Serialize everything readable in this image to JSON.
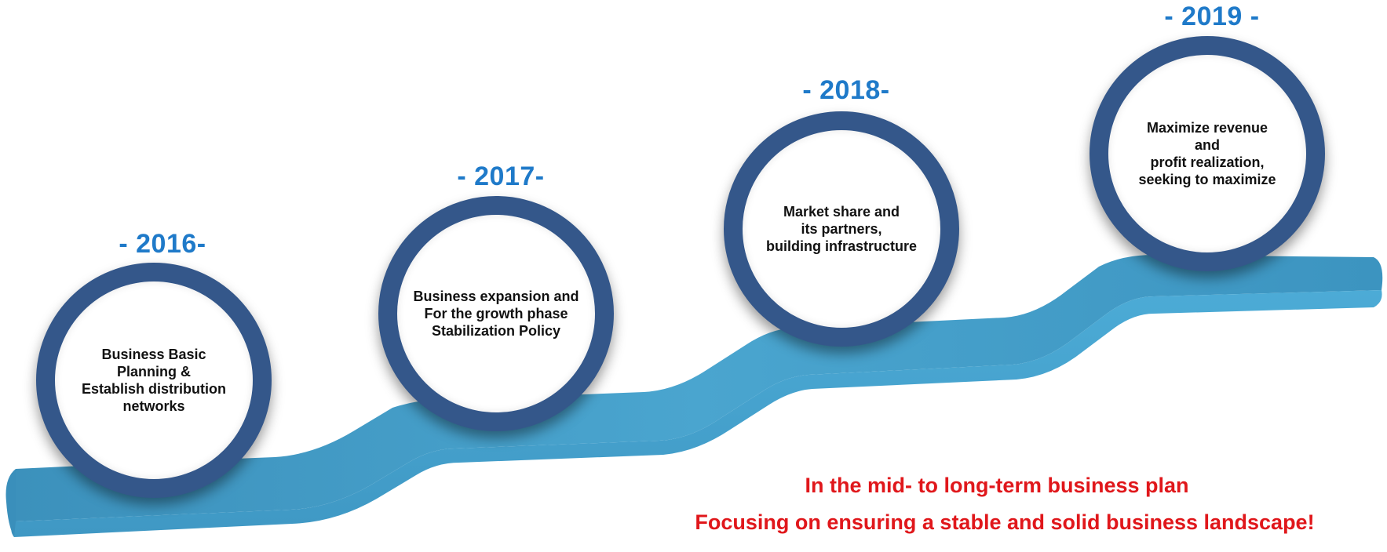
{
  "ribbon": {
    "top_color": "#4aa5cf",
    "side_color": "#3a8fb8"
  },
  "ring_color": "#34578a",
  "year_color": "#1f7ac9",
  "slogan_color": "#e0171b",
  "stages": [
    {
      "year": "- 2016-",
      "lines": [
        "Business Basic",
        "Planning &",
        "Establish distribution",
        "networks"
      ]
    },
    {
      "year": "- 2017-",
      "lines": [
        "Business expansion and",
        "For the growth phase",
        "Stabilization Policy"
      ]
    },
    {
      "year": "- 2018-",
      "lines": [
        "Market share and",
        "its partners,",
        "building infrastructure"
      ]
    },
    {
      "year": "- 2019 -",
      "lines": [
        "Maximize revenue",
        "and",
        "profit realization,",
        "seeking to maximize"
      ]
    }
  ],
  "slogan": {
    "line1": "In the mid- to long-term business plan",
    "line2": "Focusing on ensuring a stable and solid business landscape!"
  }
}
